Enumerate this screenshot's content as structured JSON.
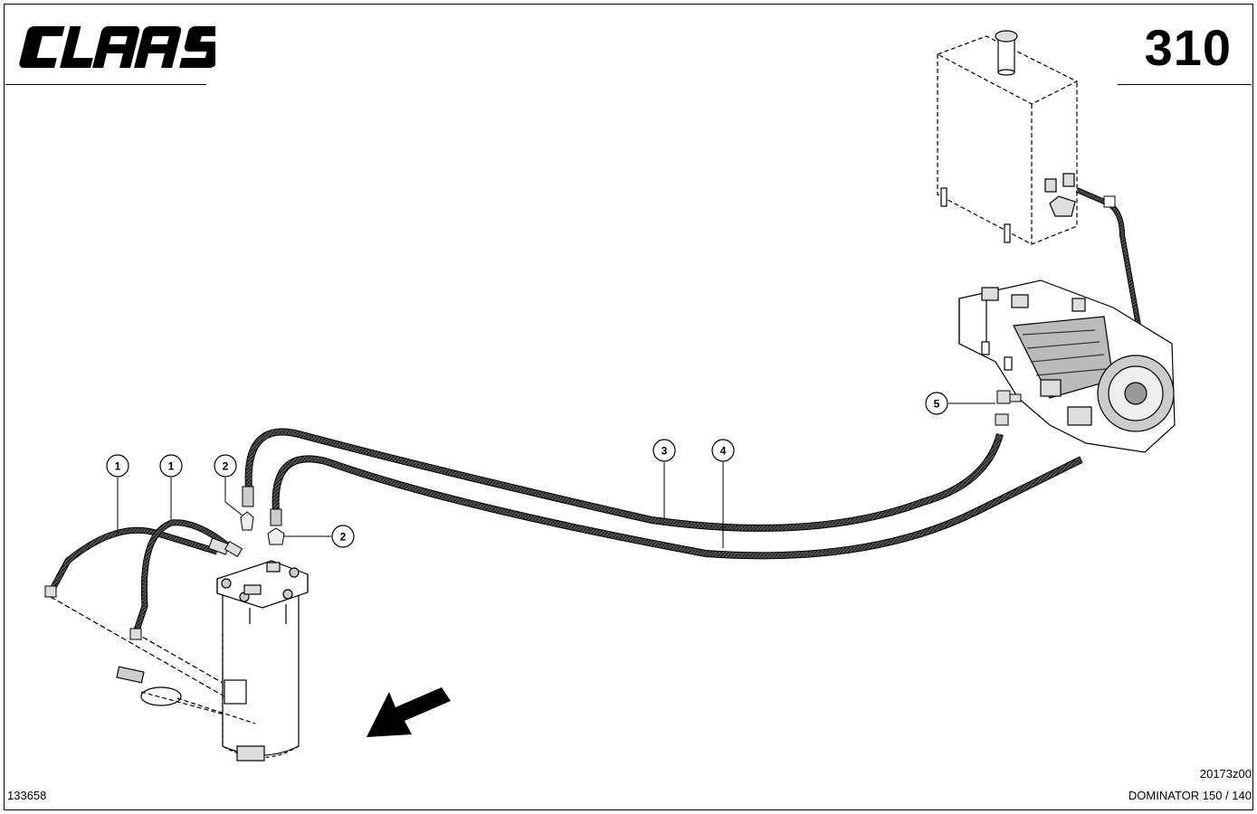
{
  "header": {
    "brand": "CLAAS",
    "page_number": "310"
  },
  "callouts": [
    {
      "label": "1"
    },
    {
      "label": "1"
    },
    {
      "label": "2"
    },
    {
      "label": "2"
    },
    {
      "label": "3"
    },
    {
      "label": "4"
    },
    {
      "label": "5"
    }
  ],
  "footer": {
    "doc_number": "133658",
    "drawing_code": "20173z00",
    "model": "DOMINATOR 150 / 140"
  }
}
